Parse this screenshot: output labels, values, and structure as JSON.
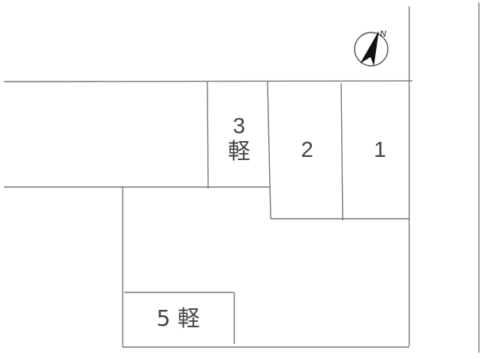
{
  "diagram": {
    "type": "parking-lot-layout",
    "line_color": "#777777",
    "text_color": "#444444",
    "compass": {
      "icon": "north-arrow-icon",
      "label": "N"
    },
    "spaces": [
      {
        "id": "1",
        "number": "1",
        "note": ""
      },
      {
        "id": "2",
        "number": "2",
        "note": ""
      },
      {
        "id": "3",
        "number": "3",
        "note": "軽"
      },
      {
        "id": "5",
        "number": "5",
        "note": "軽"
      }
    ],
    "labels": {
      "space1": "1",
      "space2": "2",
      "space3_number": "3",
      "space3_note": "軽",
      "space5": "5 軽"
    }
  }
}
